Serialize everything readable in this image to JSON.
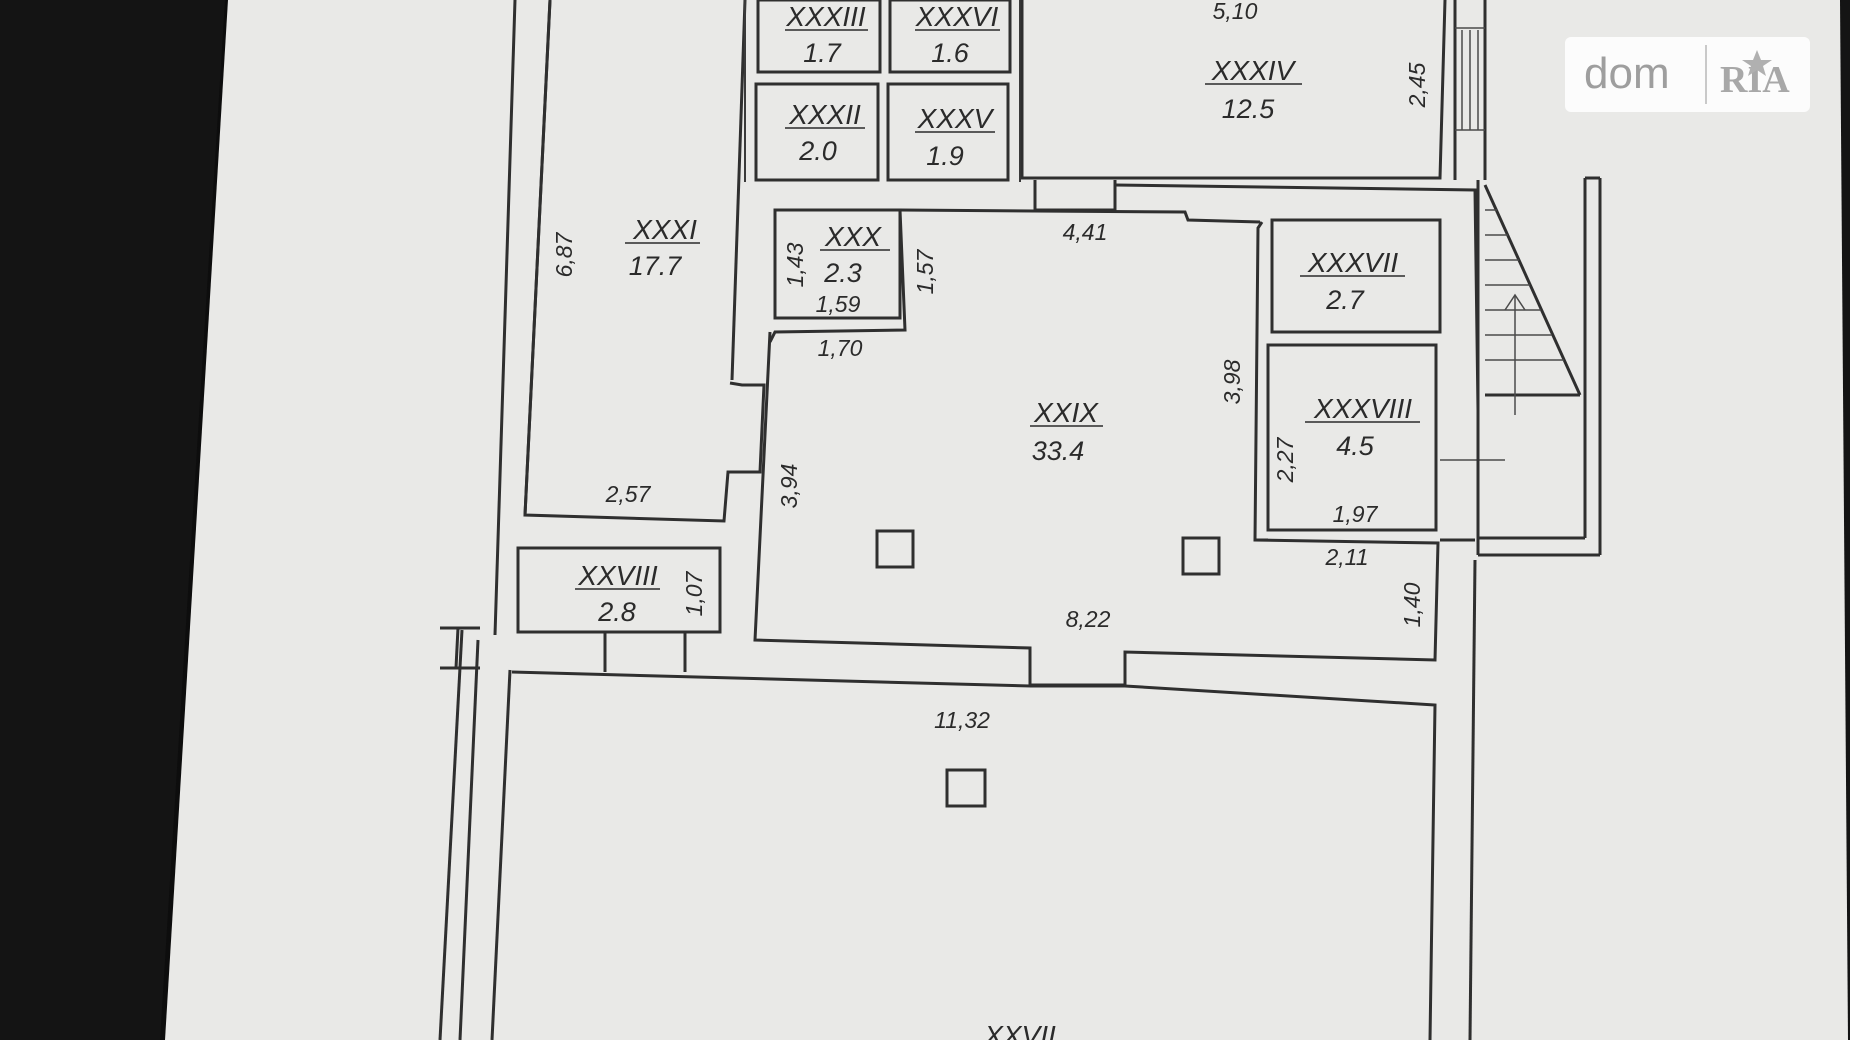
{
  "rooms": [
    {
      "label": "XXXIII",
      "area": "1.7"
    },
    {
      "label": "XXXVI",
      "area": "1.6"
    },
    {
      "label": "XXXII",
      "area": "2.0"
    },
    {
      "label": "XXXV",
      "area": "1.9"
    },
    {
      "label": "XXXIV",
      "area": "12.5"
    },
    {
      "label": "XXXI",
      "area": "17.7"
    },
    {
      "label": "XXX",
      "area": "2.3"
    },
    {
      "label": "XXXVII",
      "area": "2.7"
    },
    {
      "label": "XXIX",
      "area": "33.4"
    },
    {
      "label": "XXXVIII",
      "area": "4.5"
    },
    {
      "label": "XXVIII",
      "area": "2.8"
    },
    {
      "label": "XXVII",
      "area": ""
    }
  ],
  "dimensions": {
    "d_510": "5,10",
    "d_245": "2,45",
    "d_687": "6,87",
    "d_441": "4,41",
    "d_143": "1,43",
    "d_157": "1,57",
    "d_159": "1,59",
    "d_170": "1,70",
    "d_398": "3,98",
    "d_227": "2,27",
    "d_197": "1,97",
    "d_211": "2,11",
    "d_394": "3,94",
    "d_257": "2,57",
    "d_107": "1,07",
    "d_140": "1,40",
    "d_822": "8,22",
    "d_1132": "11,32"
  },
  "watermark": {
    "brand_dom": "dom",
    "brand_ria": "RIA"
  },
  "colors": {
    "paper": "#e9e9e7",
    "background": "#141414",
    "ink": "#2f2f2f"
  }
}
